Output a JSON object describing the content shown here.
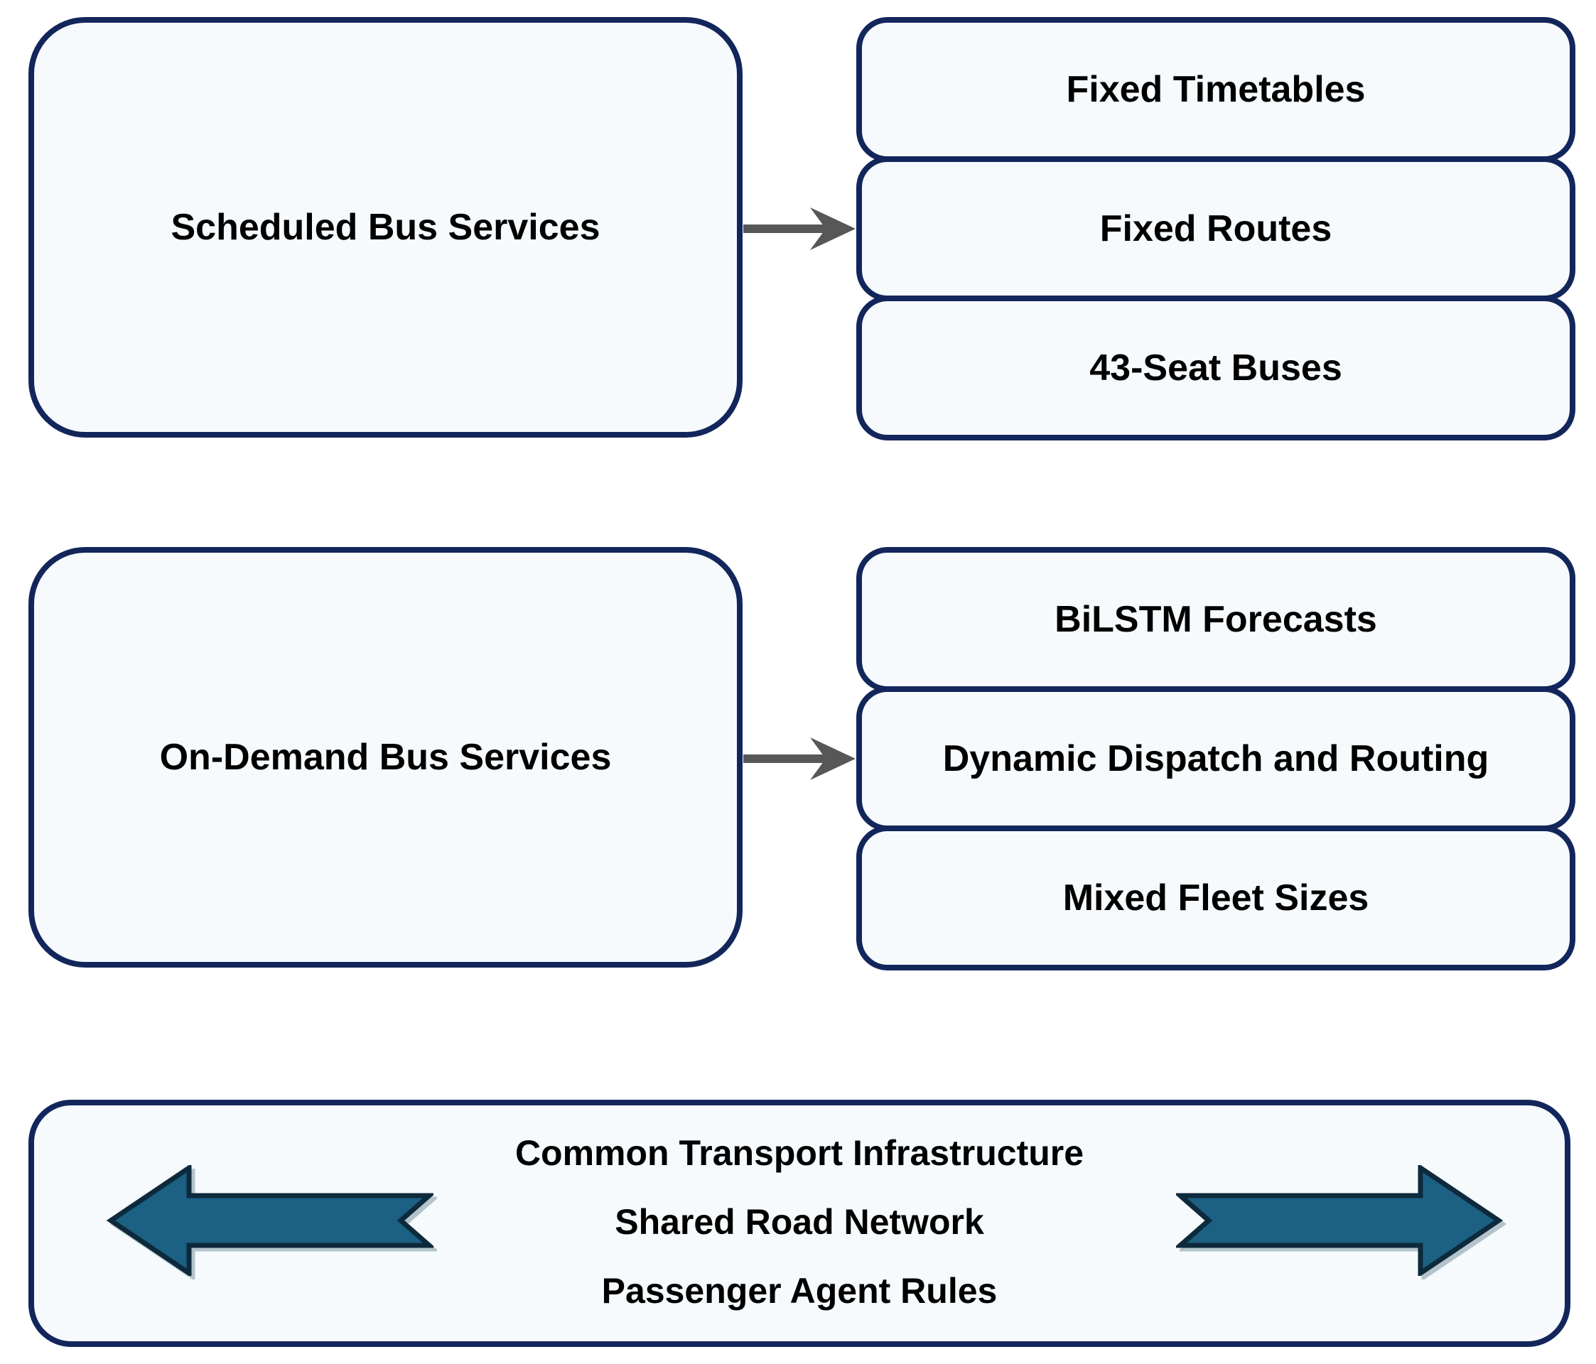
{
  "rows": [
    {
      "source": "Scheduled Bus Services",
      "targets": [
        "Fixed Timetables",
        "Fixed Routes",
        "43-Seat Buses"
      ]
    },
    {
      "source": "On-Demand Bus Services",
      "targets": [
        "BiLSTM Forecasts",
        "Dynamic Dispatch and Routing",
        "Mixed Fleet Sizes"
      ]
    }
  ],
  "footer": {
    "lines": [
      "Common Transport Infrastructure",
      "Shared Road Network",
      "Passenger Agent Rules"
    ]
  },
  "colors": {
    "box_fill": "#f6fafd",
    "box_border": "#13265b",
    "connector_arrow": "#575757",
    "teal_arrow_fill": "#1c6083",
    "teal_arrow_outline": "#0d2a3c",
    "text": "#000000"
  }
}
